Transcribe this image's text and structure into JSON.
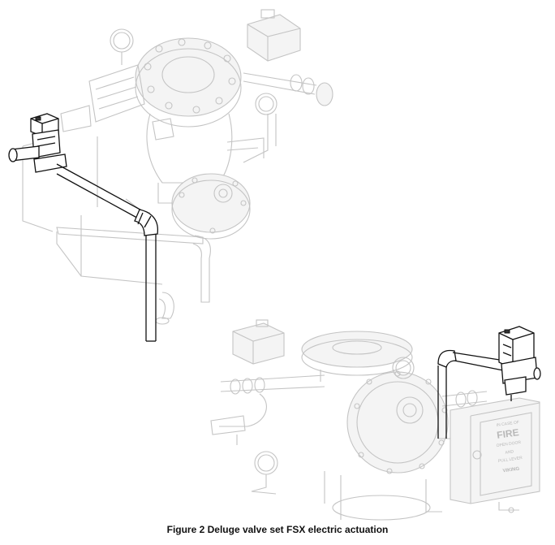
{
  "caption": "Figure 2 Deluge valve set FSX electric actuation",
  "cabinet": {
    "line1": "IN CASE OF",
    "line2": "FIRE",
    "line3": "OPEN DOOR",
    "line4": "AND",
    "line5": "PULL LEVER",
    "brand": "VIKING"
  },
  "colors": {
    "faint_line": "#c4c4c4",
    "highlight_line": "#111111"
  }
}
